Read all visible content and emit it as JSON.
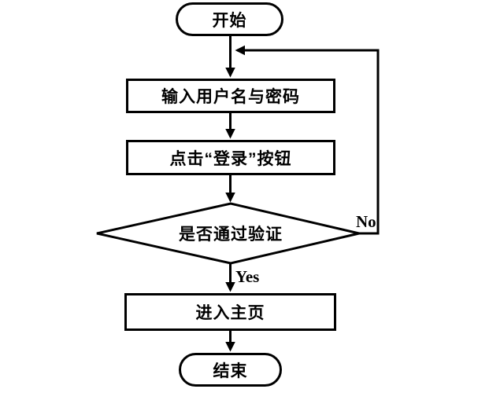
{
  "flowchart": {
    "nodes": {
      "start": "开始",
      "input_credentials": "输入用户名与密码",
      "click_login": "点击“登录”按钮",
      "verify": "是否通过验证",
      "enter_home": "进入主页",
      "end": "结束"
    },
    "edge_labels": {
      "yes": "Yes",
      "no": "No"
    },
    "colors": {
      "stroke": "#000000",
      "background": "#ffffff",
      "text": "#000000"
    }
  }
}
